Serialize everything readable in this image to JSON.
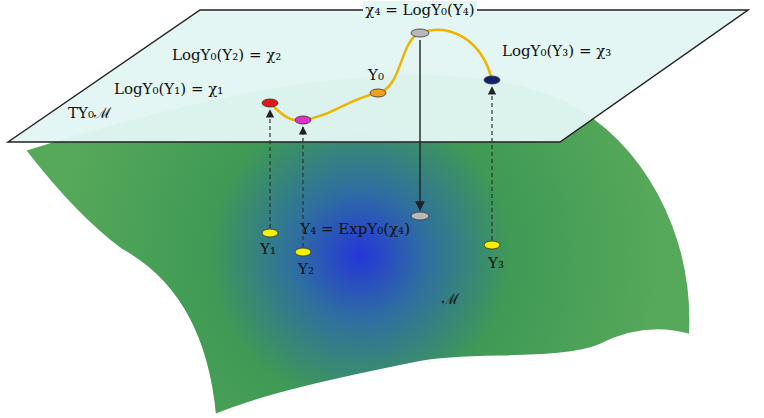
{
  "diagram": {
    "labels": [
      "χ₄ = LogY₀(Y₄)",
      "LogY₀(Y₂) = χ₂",
      "LogY₀(Y₁) = χ₁",
      "LogY₀(Y₃) = χ₃",
      "Y₀",
      "TY₀ℳ",
      "Y₁",
      "Y₂",
      "Y₄ = ExpY₀(χ₄)",
      "Y₃",
      "ℳ"
    ]
  }
}
